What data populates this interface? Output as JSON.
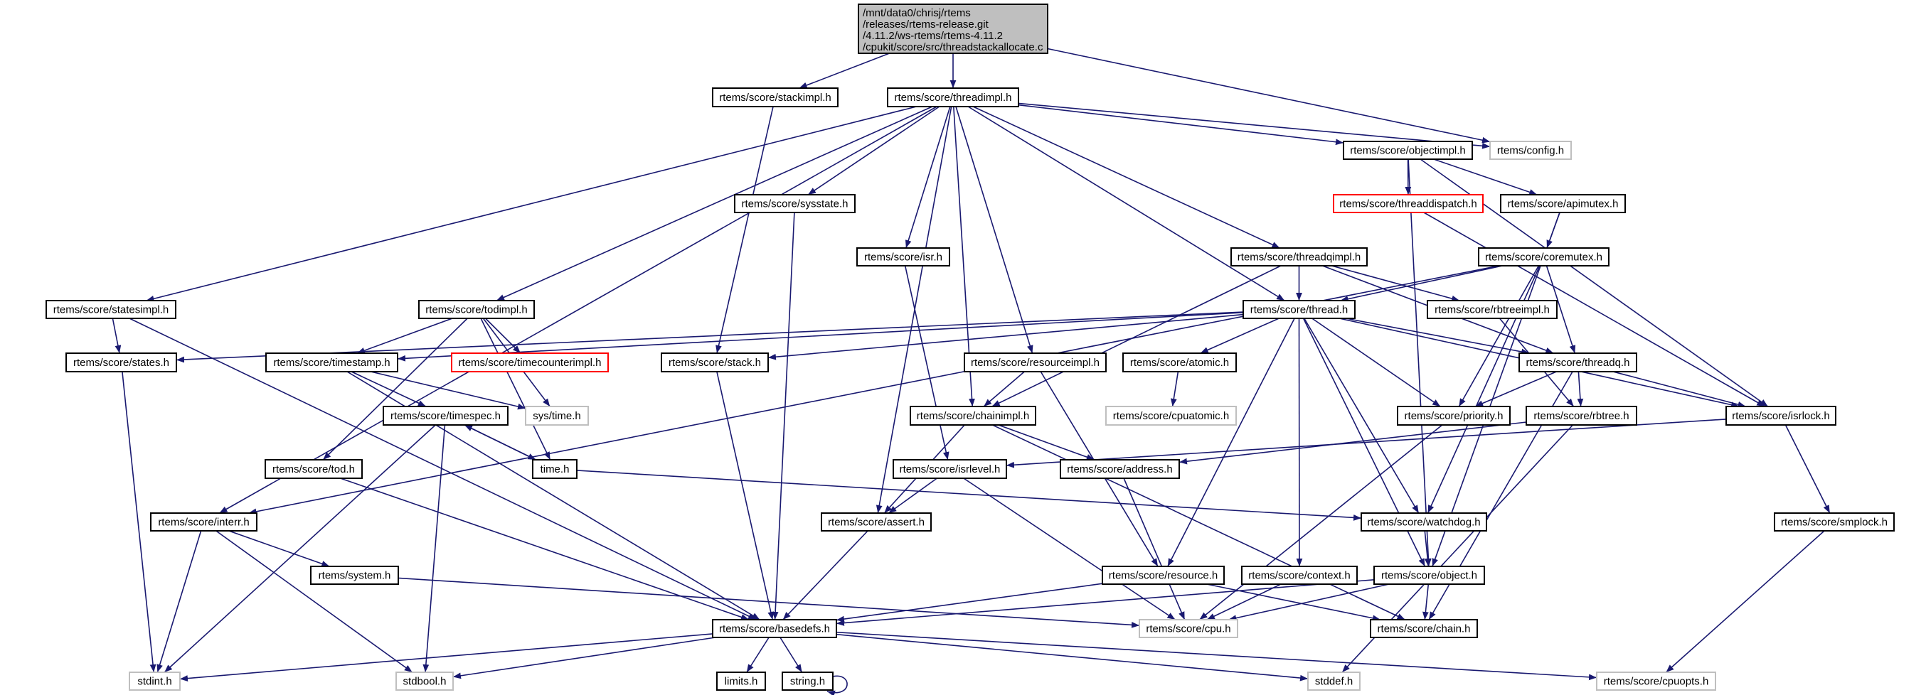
{
  "colors": {
    "edge": "#191970",
    "root_fill": "#bfbfbf",
    "external_border": "#bfbfbf",
    "undocumented_border": "#ff0000",
    "node_border": "#000000"
  },
  "root": {
    "id": "root",
    "lines": [
      "/mnt/data0/chrisj/rtems",
      "/releases/rtems-release.git",
      "/4.11.2/ws-rtems/rtems-4.11.2",
      "/cpukit/score/src/threadstackallocate.c"
    ]
  },
  "nodes": [
    {
      "id": "stackimpl",
      "label": "rtems/score/stackimpl.h",
      "style": "normal"
    },
    {
      "id": "threadimpl",
      "label": "rtems/score/threadimpl.h",
      "style": "normal"
    },
    {
      "id": "objectimpl",
      "label": "rtems/score/objectimpl.h",
      "style": "normal"
    },
    {
      "id": "config",
      "label": "rtems/config.h",
      "style": "gray"
    },
    {
      "id": "threaddispatch",
      "label": "rtems/score/threaddispatch.h",
      "style": "red"
    },
    {
      "id": "apimutex",
      "label": "rtems/score/apimutex.h",
      "style": "normal"
    },
    {
      "id": "sysstate",
      "label": "rtems/score/sysstate.h",
      "style": "normal"
    },
    {
      "id": "isr",
      "label": "rtems/score/isr.h",
      "style": "normal"
    },
    {
      "id": "threadqimpl",
      "label": "rtems/score/threadqimpl.h",
      "style": "normal"
    },
    {
      "id": "coremutex",
      "label": "rtems/score/coremutex.h",
      "style": "normal"
    },
    {
      "id": "statesimpl",
      "label": "rtems/score/statesimpl.h",
      "style": "normal"
    },
    {
      "id": "todimpl",
      "label": "rtems/score/todimpl.h",
      "style": "normal"
    },
    {
      "id": "thread",
      "label": "rtems/score/thread.h",
      "style": "normal"
    },
    {
      "id": "rbtreeimpl",
      "label": "rtems/score/rbtreeimpl.h",
      "style": "normal"
    },
    {
      "id": "states",
      "label": "rtems/score/states.h",
      "style": "normal"
    },
    {
      "id": "timestamp",
      "label": "rtems/score/timestamp.h",
      "style": "normal"
    },
    {
      "id": "timecounterimpl",
      "label": "rtems/score/timecounterimpl.h",
      "style": "red"
    },
    {
      "id": "stack",
      "label": "rtems/score/stack.h",
      "style": "normal"
    },
    {
      "id": "resourceimpl",
      "label": "rtems/score/resourceimpl.h",
      "style": "normal"
    },
    {
      "id": "atomic",
      "label": "rtems/score/atomic.h",
      "style": "normal"
    },
    {
      "id": "threadq",
      "label": "rtems/score/threadq.h",
      "style": "normal"
    },
    {
      "id": "timespec",
      "label": "rtems/score/timespec.h",
      "style": "normal"
    },
    {
      "id": "systime",
      "label": "sys/time.h",
      "style": "gray"
    },
    {
      "id": "chainimpl",
      "label": "rtems/score/chainimpl.h",
      "style": "normal"
    },
    {
      "id": "cpuatomic",
      "label": "rtems/score/cpuatomic.h",
      "style": "gray"
    },
    {
      "id": "priority",
      "label": "rtems/score/priority.h",
      "style": "normal"
    },
    {
      "id": "rbtree",
      "label": "rtems/score/rbtree.h",
      "style": "normal"
    },
    {
      "id": "isrlock",
      "label": "rtems/score/isrlock.h",
      "style": "normal"
    },
    {
      "id": "tod",
      "label": "rtems/score/tod.h",
      "style": "normal"
    },
    {
      "id": "time",
      "label": "time.h",
      "style": "normal"
    },
    {
      "id": "isrlevel",
      "label": "rtems/score/isrlevel.h",
      "style": "normal"
    },
    {
      "id": "address",
      "label": "rtems/score/address.h",
      "style": "normal"
    },
    {
      "id": "interr",
      "label": "rtems/score/interr.h",
      "style": "normal"
    },
    {
      "id": "assert",
      "label": "rtems/score/assert.h",
      "style": "normal"
    },
    {
      "id": "watchdog",
      "label": "rtems/score/watchdog.h",
      "style": "normal"
    },
    {
      "id": "smplock",
      "label": "rtems/score/smplock.h",
      "style": "normal"
    },
    {
      "id": "system",
      "label": "rtems/system.h",
      "style": "normal"
    },
    {
      "id": "resource",
      "label": "rtems/score/resource.h",
      "style": "normal"
    },
    {
      "id": "context",
      "label": "rtems/score/context.h",
      "style": "normal"
    },
    {
      "id": "object",
      "label": "rtems/score/object.h",
      "style": "normal"
    },
    {
      "id": "basedefs",
      "label": "rtems/score/basedefs.h",
      "style": "normal"
    },
    {
      "id": "cpu",
      "label": "rtems/score/cpu.h",
      "style": "gray"
    },
    {
      "id": "chain",
      "label": "rtems/score/chain.h",
      "style": "normal"
    },
    {
      "id": "stdint",
      "label": "stdint.h",
      "style": "gray"
    },
    {
      "id": "stdbool",
      "label": "stdbool.h",
      "style": "gray"
    },
    {
      "id": "limits",
      "label": "limits.h",
      "style": "normal"
    },
    {
      "id": "string",
      "label": "string.h",
      "style": "normal"
    },
    {
      "id": "stddef",
      "label": "stddef.h",
      "style": "gray"
    },
    {
      "id": "cpuopts",
      "label": "rtems/score/cpuopts.h",
      "style": "gray"
    }
  ],
  "edges": [
    [
      "root",
      "stackimpl"
    ],
    [
      "root",
      "threadimpl"
    ],
    [
      "root",
      "config"
    ],
    [
      "stackimpl",
      "stack"
    ],
    [
      "threadimpl",
      "statesimpl"
    ],
    [
      "threadimpl",
      "interr"
    ],
    [
      "threadimpl",
      "todimpl"
    ],
    [
      "threadimpl",
      "sysstate"
    ],
    [
      "threadimpl",
      "assert"
    ],
    [
      "threadimpl",
      "isr"
    ],
    [
      "threadimpl",
      "chainimpl"
    ],
    [
      "threadimpl",
      "resourceimpl"
    ],
    [
      "threadimpl",
      "thread"
    ],
    [
      "threadimpl",
      "threadqimpl"
    ],
    [
      "threadimpl",
      "objectimpl"
    ],
    [
      "threadimpl",
      "config"
    ],
    [
      "objectimpl",
      "threaddispatch"
    ],
    [
      "objectimpl",
      "apimutex"
    ],
    [
      "objectimpl",
      "isrlock"
    ],
    [
      "objectimpl",
      "object"
    ],
    [
      "threaddispatch",
      "isrlock"
    ],
    [
      "apimutex",
      "coremutex"
    ],
    [
      "apimutex",
      "object"
    ],
    [
      "coremutex",
      "thread"
    ],
    [
      "coremutex",
      "threadq"
    ],
    [
      "coremutex",
      "priority"
    ],
    [
      "coremutex",
      "watchdog"
    ],
    [
      "coremutex",
      "interr"
    ],
    [
      "threadqimpl",
      "thread"
    ],
    [
      "threadqimpl",
      "rbtreeimpl"
    ],
    [
      "threadqimpl",
      "threadq"
    ],
    [
      "threadqimpl",
      "chainimpl"
    ],
    [
      "thread",
      "states"
    ],
    [
      "thread",
      "timestamp"
    ],
    [
      "thread",
      "stack"
    ],
    [
      "thread",
      "atomic"
    ],
    [
      "thread",
      "threadq"
    ],
    [
      "thread",
      "isrlock"
    ],
    [
      "thread",
      "priority"
    ],
    [
      "thread",
      "watchdog"
    ],
    [
      "thread",
      "object"
    ],
    [
      "thread",
      "resource"
    ],
    [
      "thread",
      "context"
    ],
    [
      "todimpl",
      "timestamp"
    ],
    [
      "todimpl",
      "timecounterimpl"
    ],
    [
      "todimpl",
      "systime"
    ],
    [
      "todimpl",
      "time"
    ],
    [
      "todimpl",
      "tod"
    ],
    [
      "timestamp",
      "timespec"
    ],
    [
      "timestamp",
      "systime"
    ],
    [
      "timestamp",
      "basedefs"
    ],
    [
      "timespec",
      "time"
    ],
    [
      "timespec",
      "stdint"
    ],
    [
      "timespec",
      "stdbool"
    ],
    [
      "time",
      "timespec"
    ],
    [
      "time",
      "watchdog"
    ],
    [
      "statesimpl",
      "states"
    ],
    [
      "statesimpl",
      "basedefs"
    ],
    [
      "states",
      "stdint"
    ],
    [
      "tod",
      "basedefs"
    ],
    [
      "interr",
      "system"
    ],
    [
      "interr",
      "stdint"
    ],
    [
      "interr",
      "stdbool"
    ],
    [
      "system",
      "cpu"
    ],
    [
      "sysstate",
      "basedefs"
    ],
    [
      "stack",
      "basedefs"
    ],
    [
      "isr",
      "isrlevel"
    ],
    [
      "resourceimpl",
      "chainimpl"
    ],
    [
      "resourceimpl",
      "resource"
    ],
    [
      "atomic",
      "cpuatomic"
    ],
    [
      "chainimpl",
      "assert"
    ],
    [
      "chainimpl",
      "address"
    ],
    [
      "chainimpl",
      "chain"
    ],
    [
      "isrlevel",
      "assert"
    ],
    [
      "isrlevel",
      "cpu"
    ],
    [
      "address",
      "cpu"
    ],
    [
      "assert",
      "basedefs"
    ],
    [
      "resource",
      "basedefs"
    ],
    [
      "resource",
      "chain"
    ],
    [
      "context",
      "cpu"
    ],
    [
      "basedefs",
      "limits"
    ],
    [
      "basedefs",
      "string"
    ],
    [
      "basedefs",
      "stdint"
    ],
    [
      "basedefs",
      "stdbool"
    ],
    [
      "basedefs",
      "stddef"
    ],
    [
      "basedefs",
      "cpuopts"
    ],
    [
      "string",
      "string"
    ],
    [
      "threadq",
      "priority"
    ],
    [
      "threadq",
      "rbtree"
    ],
    [
      "threadq",
      "isrlock"
    ],
    [
      "threadq",
      "chain"
    ],
    [
      "rbtreeimpl",
      "rbtree"
    ],
    [
      "rbtree",
      "stddef"
    ],
    [
      "rbtree",
      "address"
    ],
    [
      "priority",
      "cpu"
    ],
    [
      "isrlock",
      "isrlevel"
    ],
    [
      "isrlock",
      "smplock"
    ],
    [
      "smplock",
      "cpuopts"
    ],
    [
      "watchdog",
      "object"
    ],
    [
      "object",
      "basedefs"
    ],
    [
      "object",
      "cpu"
    ],
    [
      "object",
      "chain"
    ]
  ]
}
